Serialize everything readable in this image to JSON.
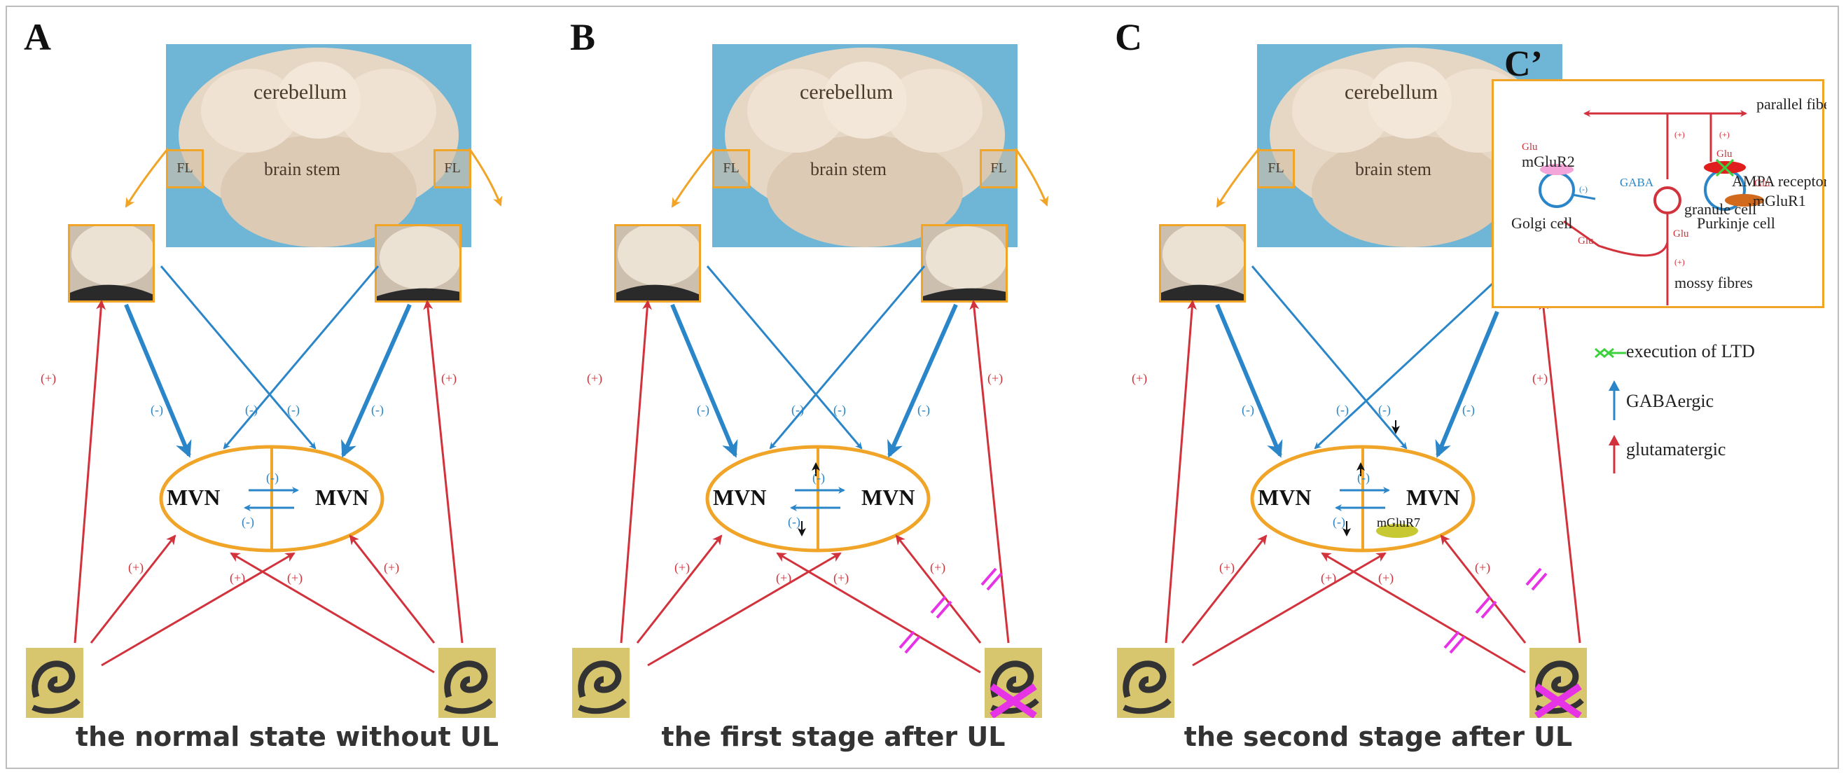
{
  "panels": [
    {
      "letter": "A",
      "caption": "the normal state without UL",
      "brain": {
        "title": "cerebellum",
        "subtitle": "brain stem",
        "fl": "FL"
      },
      "mvn": "MVN",
      "minus": "(-)",
      "plus": "(+)"
    },
    {
      "letter": "B",
      "caption": "the first stage after UL",
      "brain": {
        "title": "cerebellum",
        "subtitle": "brain stem",
        "fl": "FL"
      },
      "mvn": "MVN",
      "minus": "(-)",
      "plus": "(+)"
    },
    {
      "letter": "C",
      "caption": "the second stage after UL",
      "brain": {
        "title": "cerebellum",
        "subtitle": "brain stem",
        "fl": "FL"
      },
      "mvn": "MVN",
      "minus": "(-)",
      "plus": "(+)",
      "receptor": "mGluR7"
    }
  ],
  "cprime": {
    "letter": "C’",
    "parallel_fiber": "parallel fiber",
    "glu": "Glu",
    "gaba": "GABA",
    "mglur2": "mGluR2",
    "ampa": "AMPA receptor",
    "mglur1": "mGluR1",
    "golgi_cell": "Golgi cell",
    "granule_cell": "granule cell",
    "purkinje_cell": "Purkinje cell",
    "mossy_fibres": "mossy fibres",
    "plus": "(+)",
    "minus": "(-)"
  },
  "legend": {
    "ltd": "execution of LTD",
    "gabaergic": "GABAergic",
    "glutamatergic": "glutamatergic"
  },
  "colors": {
    "blue": "#2a86c8",
    "red": "#d2323c",
    "orange": "#f0a428",
    "magenta": "#e633e6",
    "green": "#3dd23d",
    "ear_bg": "#d8c66e"
  }
}
